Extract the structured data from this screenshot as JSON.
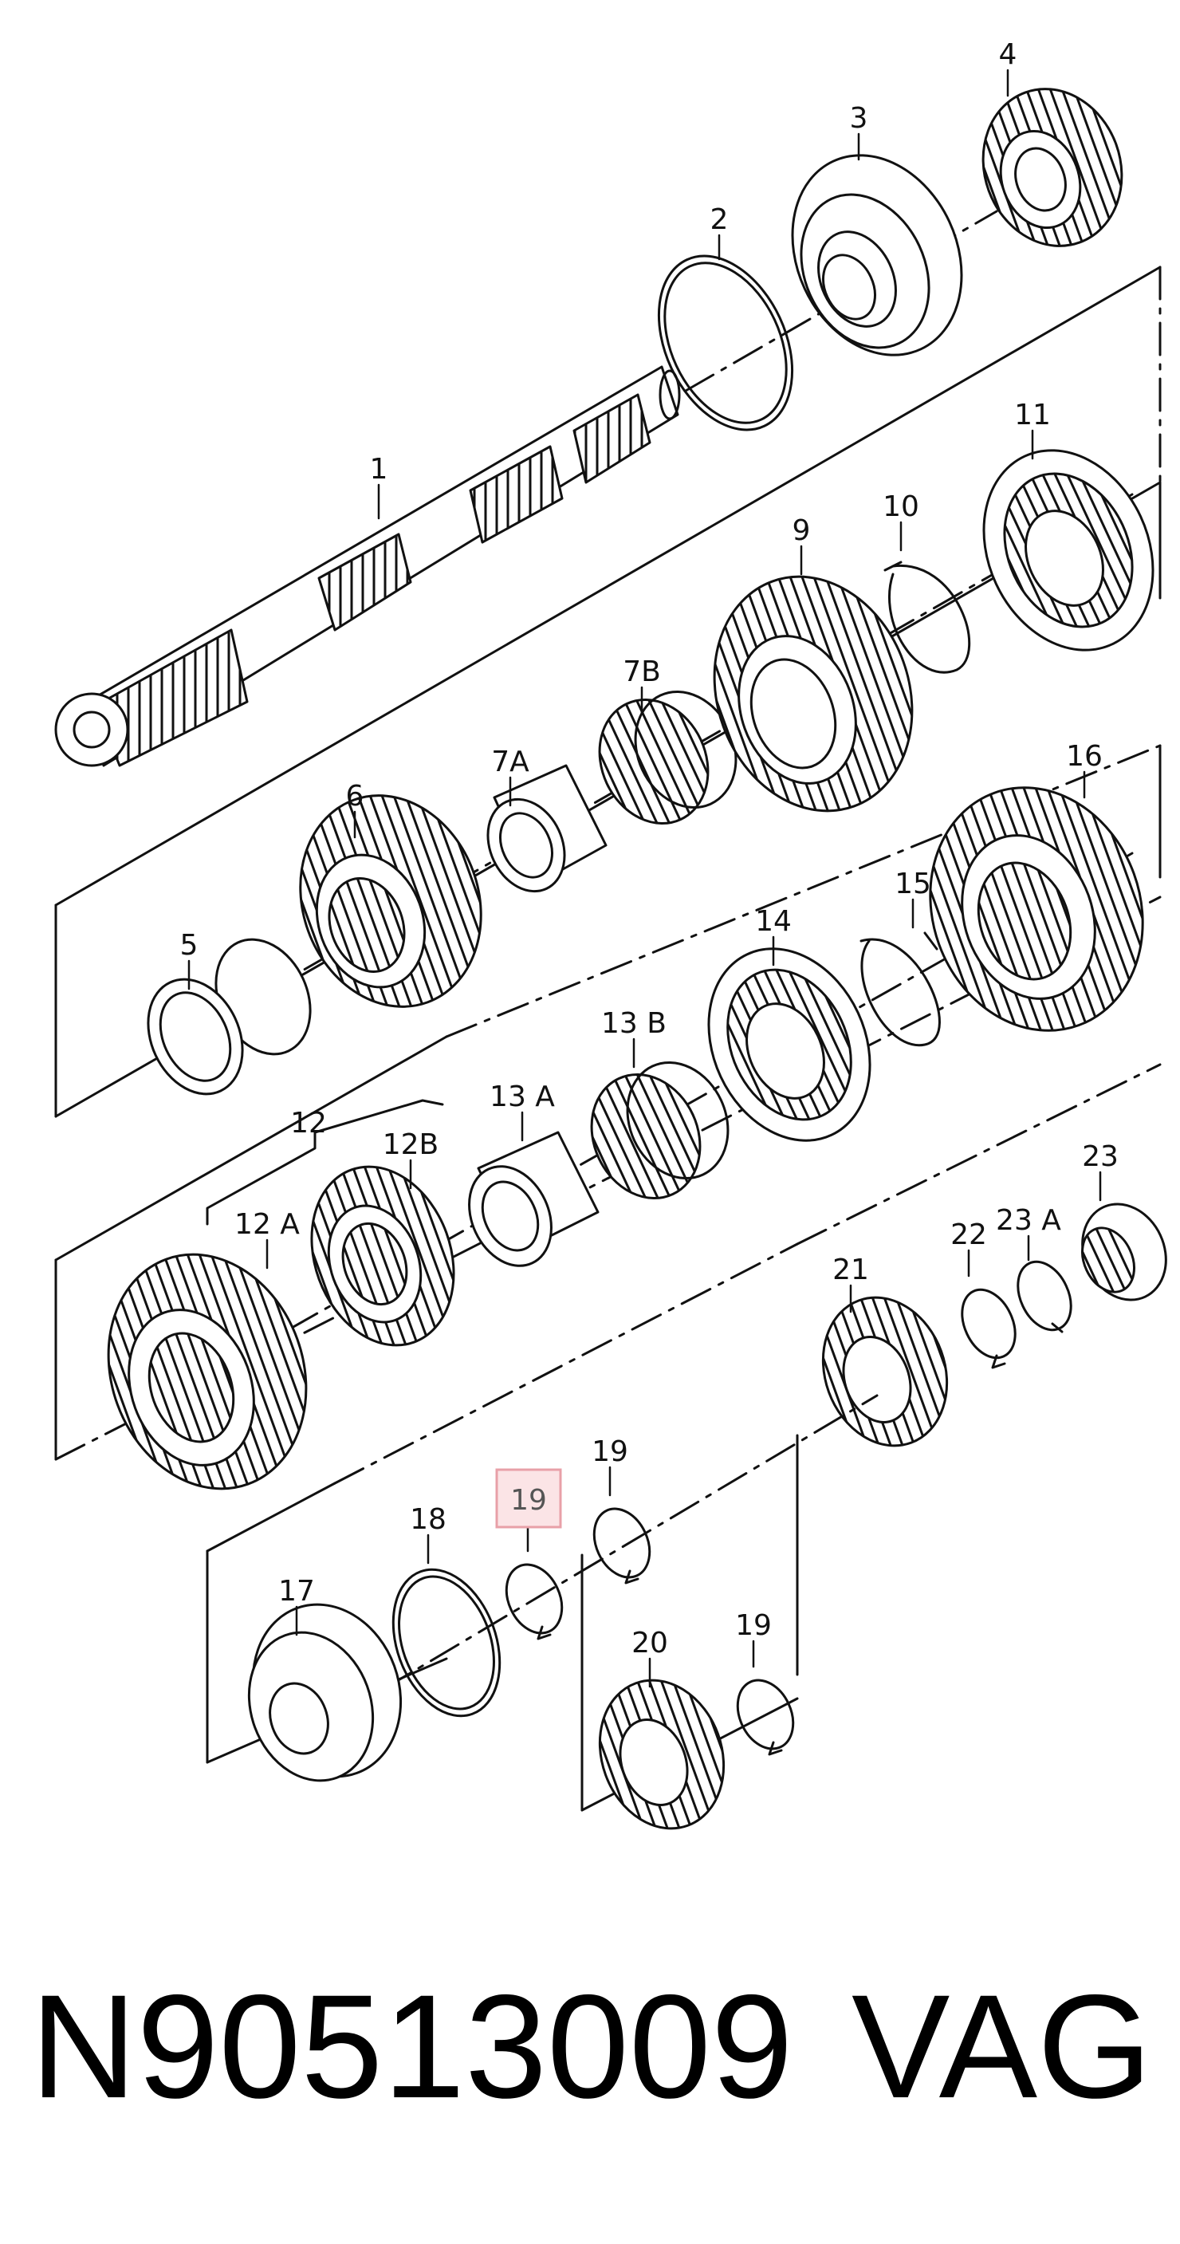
{
  "diagram": {
    "callouts": [
      {
        "id": "c1",
        "text": "1"
      },
      {
        "id": "c2",
        "text": "2"
      },
      {
        "id": "c3",
        "text": "3"
      },
      {
        "id": "c4",
        "text": "4"
      },
      {
        "id": "c5",
        "text": "5"
      },
      {
        "id": "c6",
        "text": "6"
      },
      {
        "id": "c7A",
        "text": "7A"
      },
      {
        "id": "c7B",
        "text": "7B"
      },
      {
        "id": "c9",
        "text": "9"
      },
      {
        "id": "c10",
        "text": "10"
      },
      {
        "id": "c11",
        "text": "11"
      },
      {
        "id": "c12",
        "text": "12"
      },
      {
        "id": "c12A",
        "text": "12 A"
      },
      {
        "id": "c12B",
        "text": "12B"
      },
      {
        "id": "c13A",
        "text": "13 A"
      },
      {
        "id": "c13B",
        "text": "13 B"
      },
      {
        "id": "c14",
        "text": "14"
      },
      {
        "id": "c15",
        "text": "15"
      },
      {
        "id": "c16",
        "text": "16"
      },
      {
        "id": "c17",
        "text": "17"
      },
      {
        "id": "c18",
        "text": "18"
      },
      {
        "id": "c19a",
        "text": "19"
      },
      {
        "id": "c19b",
        "text": "19"
      },
      {
        "id": "c19c",
        "text": "19"
      },
      {
        "id": "c20",
        "text": "20"
      },
      {
        "id": "c21",
        "text": "21"
      },
      {
        "id": "c22",
        "text": "22"
      },
      {
        "id": "c23A",
        "text": "23 A"
      },
      {
        "id": "c23",
        "text": "23"
      }
    ],
    "highlighted_callout": "c19a",
    "highlight_color": "#e8a0a8",
    "line_color": "#111111"
  },
  "footer": {
    "part_number": "N90513009",
    "brand": "VAG"
  }
}
